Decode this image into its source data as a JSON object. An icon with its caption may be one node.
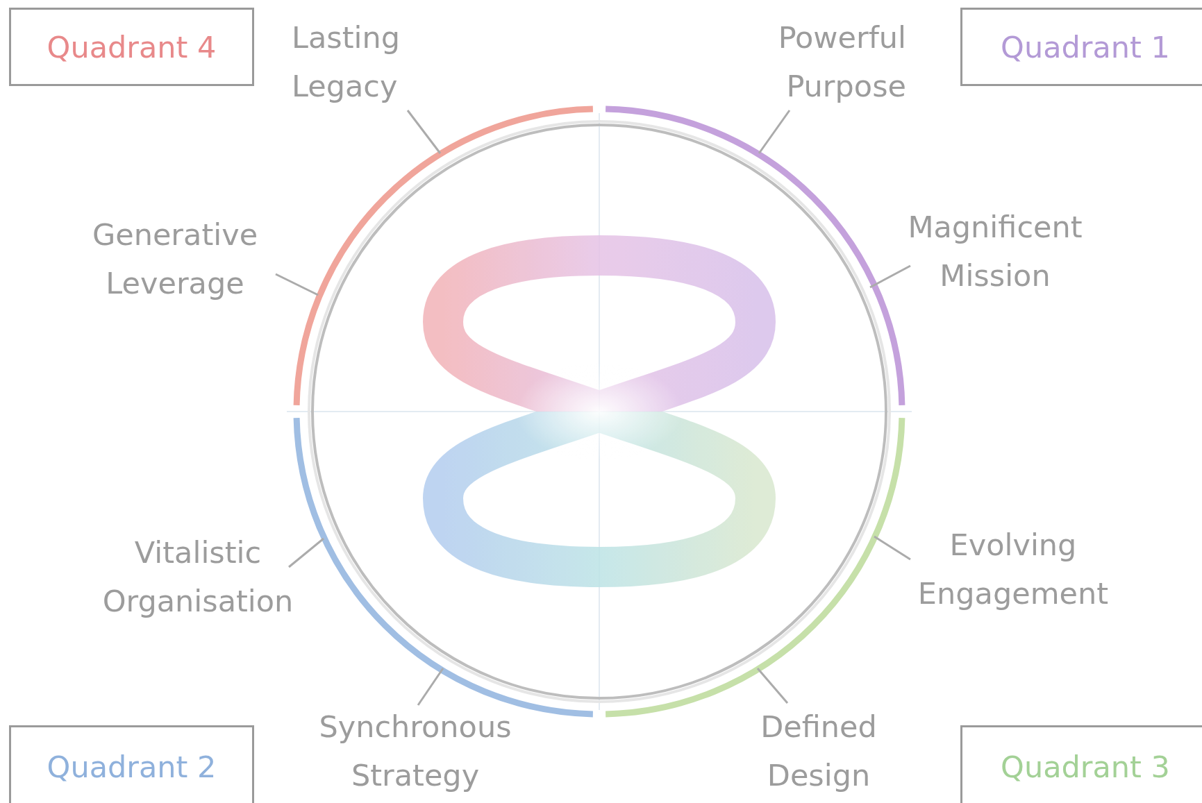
{
  "diagram": {
    "nodes": [
      {
        "text": [
          "Quadrant 4"
        ]
      },
      {
        "text": [
          "Quadrant 1"
        ]
      },
      {
        "text": [
          "Quadrant 2"
        ]
      },
      {
        "text": [
          "Quadrant 3"
        ]
      },
      {
        "text": [
          "Lasting Legacy"
        ]
      },
      {
        "text": [
          "Powerful Purpose"
        ]
      },
      {
        "text": [
          "Magnificent Mission"
        ]
      },
      {
        "text": [
          "Generative Leverage"
        ]
      },
      {
        "text": [
          "Evolving Engagement"
        ]
      },
      {
        "text": [
          "Vitalistic Organisation"
        ]
      },
      {
        "text": [
          "Synchronous Strategy"
        ]
      },
      {
        "text": [
          "Defined Design"
        ]
      },
      {
        "text": [],
        "shape": "arc"
      },
      {
        "text": [],
        "shape": "arc"
      },
      {
        "text": [],
        "shape": "arc"
      },
      {
        "text": [],
        "shape": "arc"
      }
    ],
    "edges": [
      {
        "from": 4,
        "to": 12,
        "arrow": "none"
      },
      {
        "from": 5,
        "to": 13,
        "arrow": "none"
      },
      {
        "from": 6,
        "to": 13,
        "arrow": "none"
      },
      {
        "from": 7,
        "to": 12,
        "arrow": "none"
      },
      {
        "from": 8,
        "to": 15,
        "arrow": "none"
      },
      {
        "from": 9,
        "to": 14,
        "arrow": "none"
      },
      {
        "from": 10,
        "to": 14,
        "arrow": "none"
      },
      {
        "from": 11,
        "to": 15,
        "arrow": "none"
      }
    ]
  }
}
